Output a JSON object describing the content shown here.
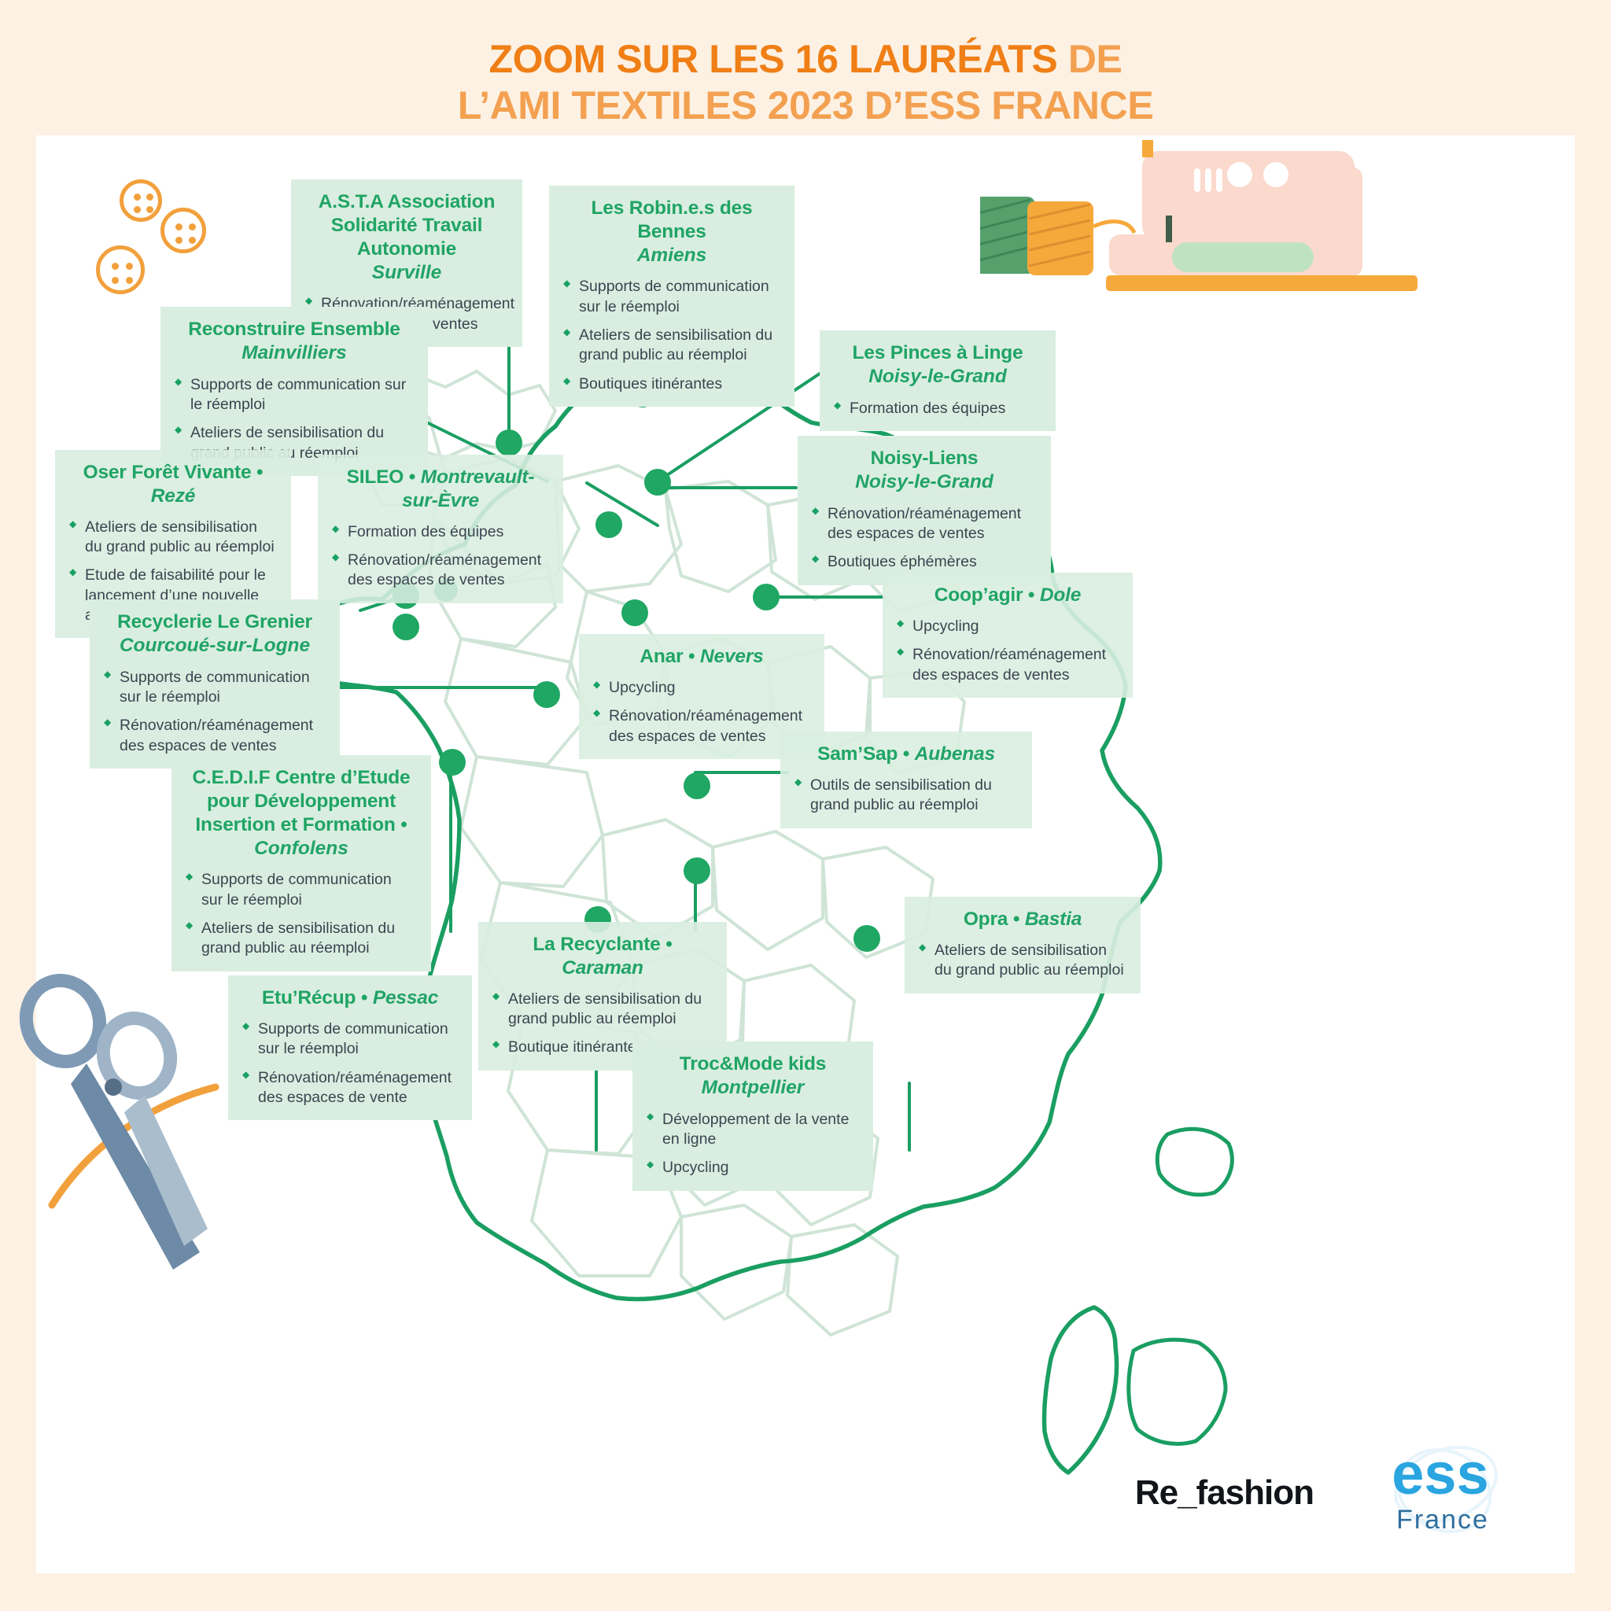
{
  "title": {
    "line1_strong": "ZOOM SUR LES 16 LAURÉATS",
    "line1_light": " DE",
    "line2": "L’AMI TEXTILES 2023 D’ESS FRANCE"
  },
  "colors": {
    "background": "#fdf1e3",
    "panel": "#ffffff",
    "accent_orange": "#f08a1e",
    "green": "#1fa464",
    "card_bg": "#d9eee0",
    "dot": "#1fa763",
    "body_text": "#3b4450",
    "map_outline": "#1a9e62",
    "map_regions": "#cfe4d7"
  },
  "cards": [
    {
      "id": "asta",
      "name": "A.S.T.A Association Solidarité Travail Autonomie",
      "city": "Surville",
      "city_inline": false,
      "bullets": [
        "Rénovation/réaménagement des espaces de ventes"
      ]
    },
    {
      "id": "robines",
      "name": "Les Robin.e.s des Bennes",
      "city": "Amiens",
      "city_inline": false,
      "bullets": [
        "Supports de communication sur le réemploi",
        "Ateliers de sensibilisation du grand public au réemploi",
        "Boutiques itinérantes"
      ]
    },
    {
      "id": "reconstruire",
      "name": "Reconstruire Ensemble",
      "city": "Mainvilliers",
      "city_inline": false,
      "bullets": [
        "Supports de communication sur le réemploi",
        "Ateliers de sensibilisation du grand public au réemploi"
      ]
    },
    {
      "id": "pinces",
      "name": "Les Pinces à Linge",
      "city": "Noisy-le-Grand",
      "city_inline": false,
      "bullets": [
        "Formation des équipes"
      ]
    },
    {
      "id": "noisyliens",
      "name": "Noisy-Liens",
      "city": "Noisy-le-Grand",
      "city_inline": false,
      "bullets": [
        "Rénovation/réaménagement des espaces de ventes",
        "Boutiques éphémères"
      ]
    },
    {
      "id": "oser",
      "name": "Oser Forêt Vivante",
      "city": "Rezé",
      "city_inline": true,
      "bullets": [
        "Ateliers de sensibilisation du grand public au réemploi",
        "Etude de faisabilité pour le lancement d’une nouvelle activité de textiles"
      ]
    },
    {
      "id": "sileo",
      "name": "SILEO",
      "city": "Montrevault-sur-Èvre",
      "city_inline": true,
      "bullets": [
        "Formation des équipes",
        "Rénovation/réaménagement des espaces de ventes"
      ]
    },
    {
      "id": "coopagir",
      "name": "Coop’agir",
      "city": "Dole",
      "city_inline": true,
      "bullets": [
        "Upcycling",
        "Rénovation/réaménagement des espaces de ventes"
      ]
    },
    {
      "id": "grenier",
      "name": "Recyclerie Le Grenier",
      "city": "Courcoué-sur-Logne",
      "city_inline": false,
      "bullets": [
        "Supports de communication sur le réemploi",
        "Rénovation/réaménagement des espaces de ventes"
      ]
    },
    {
      "id": "anar",
      "name": "Anar",
      "city": "Nevers",
      "city_inline": true,
      "bullets": [
        "Upcycling",
        "Rénovation/réaménagement des espaces de ventes"
      ]
    },
    {
      "id": "samsap",
      "name": "Sam’Sap",
      "city": "Aubenas",
      "city_inline": true,
      "bullets": [
        "Outils de sensibilisation du grand public au réemploi"
      ]
    },
    {
      "id": "cedif",
      "name": "C.E.D.I.F Centre d’Etude pour Développement Insertion et Formation •",
      "city": "Confolens",
      "city_inline": false,
      "bullets": [
        "Supports de communication sur le réemploi",
        "Ateliers de sensibilisation du grand public au réemploi"
      ]
    },
    {
      "id": "opra",
      "name": "Opra",
      "city": "Bastia",
      "city_inline": true,
      "bullets": [
        "Ateliers de sensibilisation du grand public au réemploi"
      ]
    },
    {
      "id": "recyclante",
      "name": "La Recyclante",
      "city": "Caraman",
      "city_inline": true,
      "bullets": [
        "Ateliers de sensibilisation du grand public au réemploi",
        "Boutique itinérante"
      ]
    },
    {
      "id": "eturecup",
      "name": "Etu’Récup",
      "city": "Pessac",
      "city_inline": true,
      "bullets": [
        "Supports de communication sur le réemploi",
        "Rénovation/réaménagement des espaces de vente"
      ]
    },
    {
      "id": "trocmode",
      "name": "Troc&Mode kids",
      "city": "Montpellier",
      "city_inline": false,
      "bullets": [
        "Développement de la vente en ligne",
        "Upcycling"
      ]
    }
  ],
  "logos": {
    "refashion": "Re_fashion",
    "ess": "ess",
    "ess_sub": "France"
  }
}
